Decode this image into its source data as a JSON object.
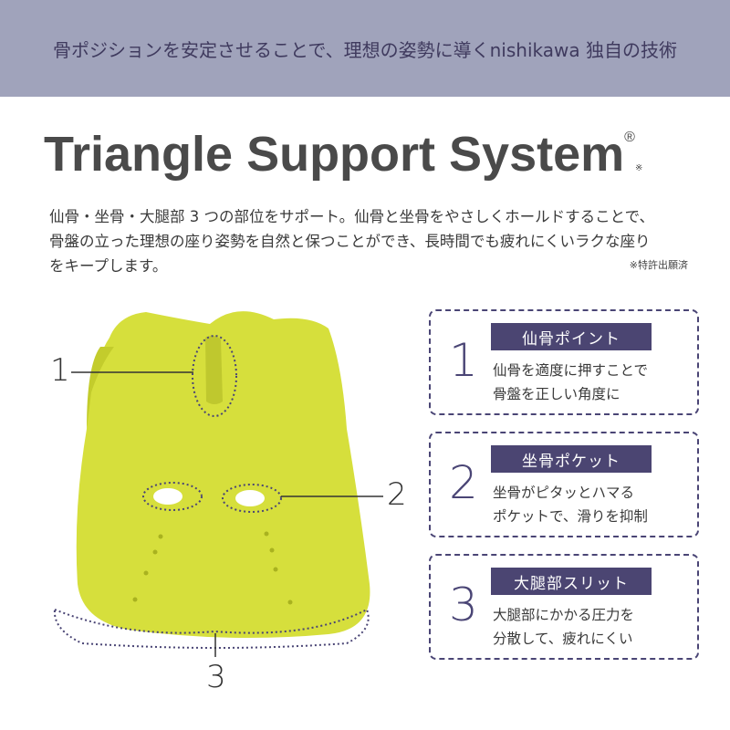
{
  "header": {
    "tagline": "骨ポジションを安定させることで、理想の姿勢に導くnishikawa 独自の技術"
  },
  "title": {
    "main": "Triangle Support System",
    "registered": "®",
    "note_mark": "※"
  },
  "description": {
    "lines": [
      "仙骨・坐骨・大腿部 3 つの部位をサポート。仙骨と坐骨をやさしくホールドすることで、",
      "骨盤の立った理想の座り姿勢を自然と保つことができ、長時間でも疲れにくいラクな座り",
      "をキープします。"
    ],
    "patent_note": "※特許出願済"
  },
  "cushion_labels": [
    "1",
    "2",
    "3"
  ],
  "features": [
    {
      "number": "1",
      "title": "仙骨ポイント",
      "lines": [
        "仙骨を適度に押すことで",
        "骨盤を正しい角度に"
      ]
    },
    {
      "number": "2",
      "title": "坐骨ポケット",
      "lines": [
        "坐骨がピタッとハマる",
        "ポケットで、滑りを抑制"
      ]
    },
    {
      "number": "3",
      "title": "大腿部スリット",
      "lines": [
        "大腿部にかかる圧力を",
        "分散して、疲れにくい"
      ]
    }
  ],
  "colors": {
    "band": "#a0a3bb",
    "accent": "#4b4572",
    "cushion": "#d6df3c"
  }
}
